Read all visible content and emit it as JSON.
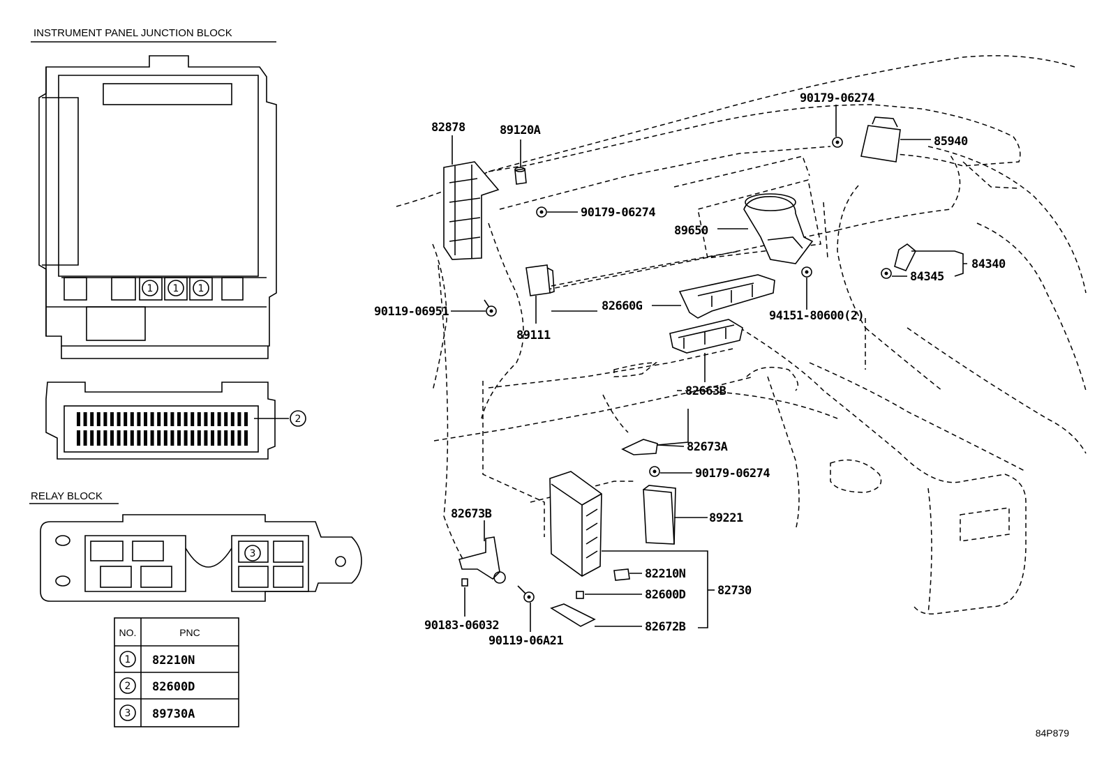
{
  "sections": {
    "junction_block_title": "INSTRUMENT PANEL JUNCTION BLOCK",
    "relay_block_title": "RELAY BLOCK"
  },
  "markers": {
    "one": "1",
    "two": "2",
    "three": "3"
  },
  "parts": {
    "p82878": "82878",
    "p89120A": "89120A",
    "p90179_06274_top": "90179-06274",
    "p85940": "85940",
    "p90179_06274_mid": "90179-06274",
    "p89650": "89650",
    "p84340": "84340",
    "p84345": "84345",
    "p90119_06951": "90119-06951",
    "p82660G": "82660G",
    "p89111": "89111",
    "p94151_80600": "94151-80600(2)",
    "p82663B": "82663B",
    "p82673A": "82673A",
    "p90179_06274_low": "90179-06274",
    "p89221": "89221",
    "p82673B": "82673B",
    "p82210N": "82210N",
    "p82600D": "82600D",
    "p82730": "82730",
    "p82672B": "82672B",
    "p90183_06032": "90183-06032",
    "p90119_06A21": "90119-06A21"
  },
  "table": {
    "col_no": "NO.",
    "col_pnc": "PNC",
    "rows": [
      {
        "no": "1",
        "pnc": "82210N"
      },
      {
        "no": "2",
        "pnc": "82600D"
      },
      {
        "no": "3",
        "pnc": "89730A"
      }
    ]
  },
  "diagram_ref": "84P879"
}
